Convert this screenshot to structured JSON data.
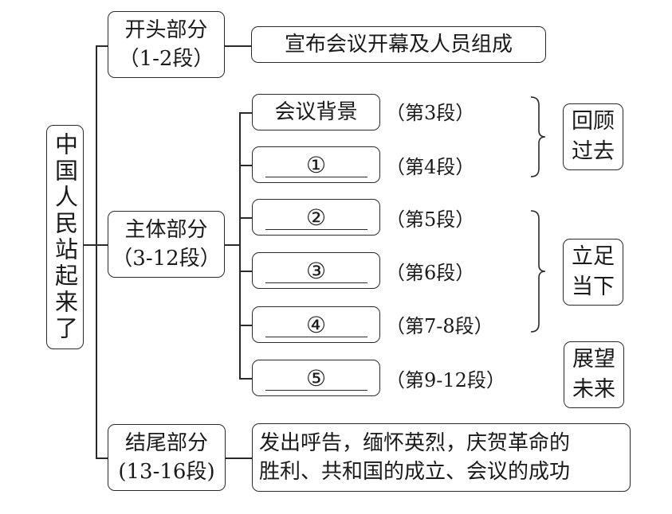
{
  "root": {
    "title": "中国人民站起来了"
  },
  "parts": {
    "opening": {
      "name": "开头部分",
      "range": "（1-2段）",
      "desc": "宣布会议开幕及人员组成"
    },
    "body": {
      "name": "主体部分",
      "range": "（3-12段）"
    },
    "ending": {
      "name": "结尾部分",
      "range": "(13-16段)",
      "desc_line1": "发出呼告，缅怀英烈，庆贺革命的",
      "desc_line2": "胜利、共和国的成立、会议的成功"
    }
  },
  "body_items": [
    {
      "label": "会议背景",
      "para": "（第3段）"
    },
    {
      "label": "①",
      "para": "（第4段）",
      "blank": true
    },
    {
      "label": "②",
      "para": "（第5段）",
      "blank": true
    },
    {
      "label": "③",
      "para": "（第6段）",
      "blank": true
    },
    {
      "label": "④",
      "para": "（第7-8段）",
      "blank": true
    },
    {
      "label": "⑤",
      "para": "（第9-12段）",
      "blank": true
    }
  ],
  "themes": [
    {
      "line1": "回顾",
      "line2": "过去"
    },
    {
      "line1": "立足",
      "line2": "当下"
    },
    {
      "line1": "展望",
      "line2": "未来"
    }
  ]
}
